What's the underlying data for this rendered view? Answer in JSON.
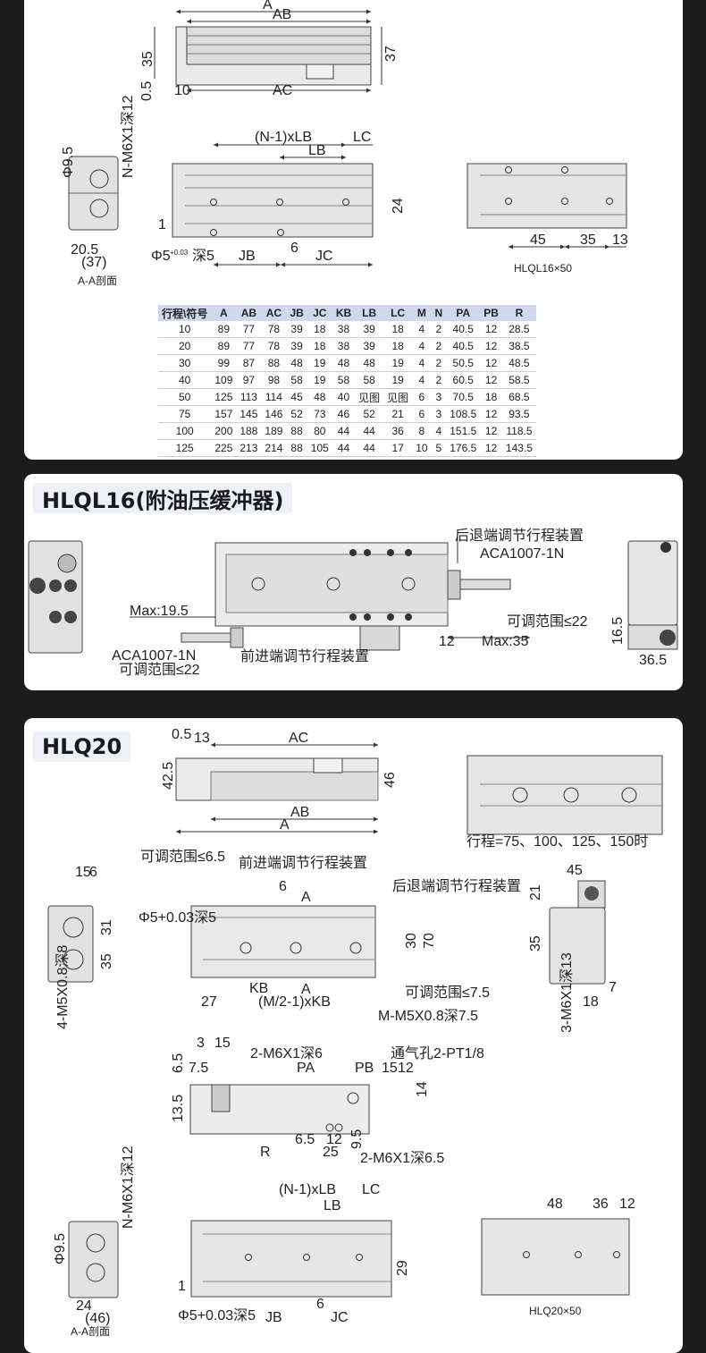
{
  "panel1": {
    "top_labels": {
      "A": "A",
      "AB": "AB",
      "AC": "AC",
      "d35": "35",
      "d37": "37",
      "d05": "0.5",
      "d10": "10"
    },
    "front_labels": {
      "n1lb": "(N-1)xLB",
      "lb": "LB",
      "lc": "LC",
      "d24": "24",
      "d1": "1",
      "phi5": "Φ5",
      "tol": "+0.03",
      "tol0": "0",
      "deep5": "深5",
      "d6": "6",
      "jb": "JB",
      "jc": "JC",
      "deep5v": "5+0.03深5"
    },
    "side_labels": {
      "phi95": "Φ9.5",
      "nm6": "N-M6X1深12",
      "d205": "20.5",
      "d37p": "(37)",
      "section": "A-A剖面"
    },
    "back_labels": {
      "d45": "45",
      "d35": "35",
      "d13": "13",
      "model": "HLQL16×50"
    },
    "table": {
      "headers": [
        "行程\\符号",
        "A",
        "AB",
        "AC",
        "JB",
        "JC",
        "KB",
        "LB",
        "LC",
        "M",
        "N",
        "PA",
        "PB",
        "R"
      ],
      "rows": [
        [
          "10",
          "89",
          "77",
          "78",
          "39",
          "18",
          "38",
          "39",
          "18",
          "4",
          "2",
          "40.5",
          "12",
          "28.5"
        ],
        [
          "20",
          "89",
          "77",
          "78",
          "39",
          "18",
          "38",
          "39",
          "18",
          "4",
          "2",
          "40.5",
          "12",
          "38.5"
        ],
        [
          "30",
          "99",
          "87",
          "88",
          "48",
          "19",
          "48",
          "48",
          "19",
          "4",
          "2",
          "50.5",
          "12",
          "48.5"
        ],
        [
          "40",
          "109",
          "97",
          "98",
          "58",
          "19",
          "58",
          "58",
          "19",
          "4",
          "2",
          "60.5",
          "12",
          "58.5"
        ],
        [
          "50",
          "125",
          "113",
          "114",
          "45",
          "48",
          "40",
          "见图",
          "见图",
          "6",
          "3",
          "70.5",
          "18",
          "68.5"
        ],
        [
          "75",
          "157",
          "145",
          "146",
          "52",
          "73",
          "46",
          "52",
          "21",
          "6",
          "3",
          "108.5",
          "12",
          "93.5"
        ],
        [
          "100",
          "200",
          "188",
          "189",
          "88",
          "80",
          "44",
          "44",
          "36",
          "8",
          "4",
          "151.5",
          "12",
          "118.5"
        ],
        [
          "125",
          "225",
          "213",
          "214",
          "88",
          "105",
          "44",
          "44",
          "17",
          "10",
          "5",
          "176.5",
          "12",
          "143.5"
        ]
      ]
    }
  },
  "panel2": {
    "title": "HLQL16(附油压缓冲器)",
    "rear_adjust": "后退端调节行程装置",
    "aca_top": "ACA1007-1N",
    "max195": "Max:19.5",
    "aca_bottom": "ACA1007-1N",
    "range_left": "可调范围≤22",
    "front_adjust": "前进端调节行程装置",
    "d12": "12",
    "max35": "Max:35",
    "range_right": "可调范围≤22",
    "d165": "16.5",
    "d365": "36.5"
  },
  "panel3": {
    "title": "HLQ20",
    "top": {
      "d05": "0.5",
      "d13": "13",
      "ac": "AC",
      "d425": "42.5",
      "d46": "46",
      "ab": "AB",
      "a": "A"
    },
    "stroke_note": "行程=75、100、125、150时",
    "mid": {
      "range65": "可调范围≤6.5",
      "front_adjust": "前进端调节行程装置",
      "rear_adjust": "后退端调节行程装置",
      "d6": "6",
      "markA": "A",
      "phi5": "Φ5+0.03深5",
      "d30": "30",
      "d70": "70",
      "kb": "KB",
      "d27": "27",
      "m2kb": "(M/2-1)xKB",
      "deep": "5+0.03深5",
      "range75": "可调范围≤7.5",
      "mm5": "M-M5X0.8深7.5",
      "markA2": "A"
    },
    "side": {
      "d15": "15",
      "d6": "6",
      "d31": "31",
      "d35": "35",
      "m5": "4-M5X0.8深8"
    },
    "right": {
      "d45": "45",
      "d21": "21",
      "d35": "35",
      "d7": "7",
      "d18": "18",
      "m6": "3-M6X1深13"
    },
    "bottom": {
      "d3": "3",
      "d15": "15",
      "m6a": "2-M6X1深6",
      "vent": "通气孔2-PT1/8",
      "d65": "6.5",
      "d75": "7.5",
      "pa": "PA",
      "pb": "PB",
      "d15b": "15",
      "d12": "12",
      "d14": "14",
      "d135": "13.5",
      "d65b": "6.5",
      "d12b": "12",
      "d95": "9.5",
      "r": "R",
      "d25": "25",
      "m6b": "2-M6X1深6.5"
    },
    "lower": {
      "n1lb": "(N-1)xLB",
      "lc": "LC",
      "lb": "LB",
      "d29": "29",
      "d1": "1",
      "phi5": "Φ5+0.03深5",
      "d6": "6",
      "jb": "JB",
      "jc": "JC",
      "deep": "5+0.03深5",
      "phi95": "Φ9.5",
      "nm6": "N-M6X1深12",
      "d24": "24",
      "d46": "(46)",
      "section": "A-A剖面",
      "d48": "48",
      "d36": "36",
      "d12": "12",
      "model": "HLQ20×50"
    }
  }
}
